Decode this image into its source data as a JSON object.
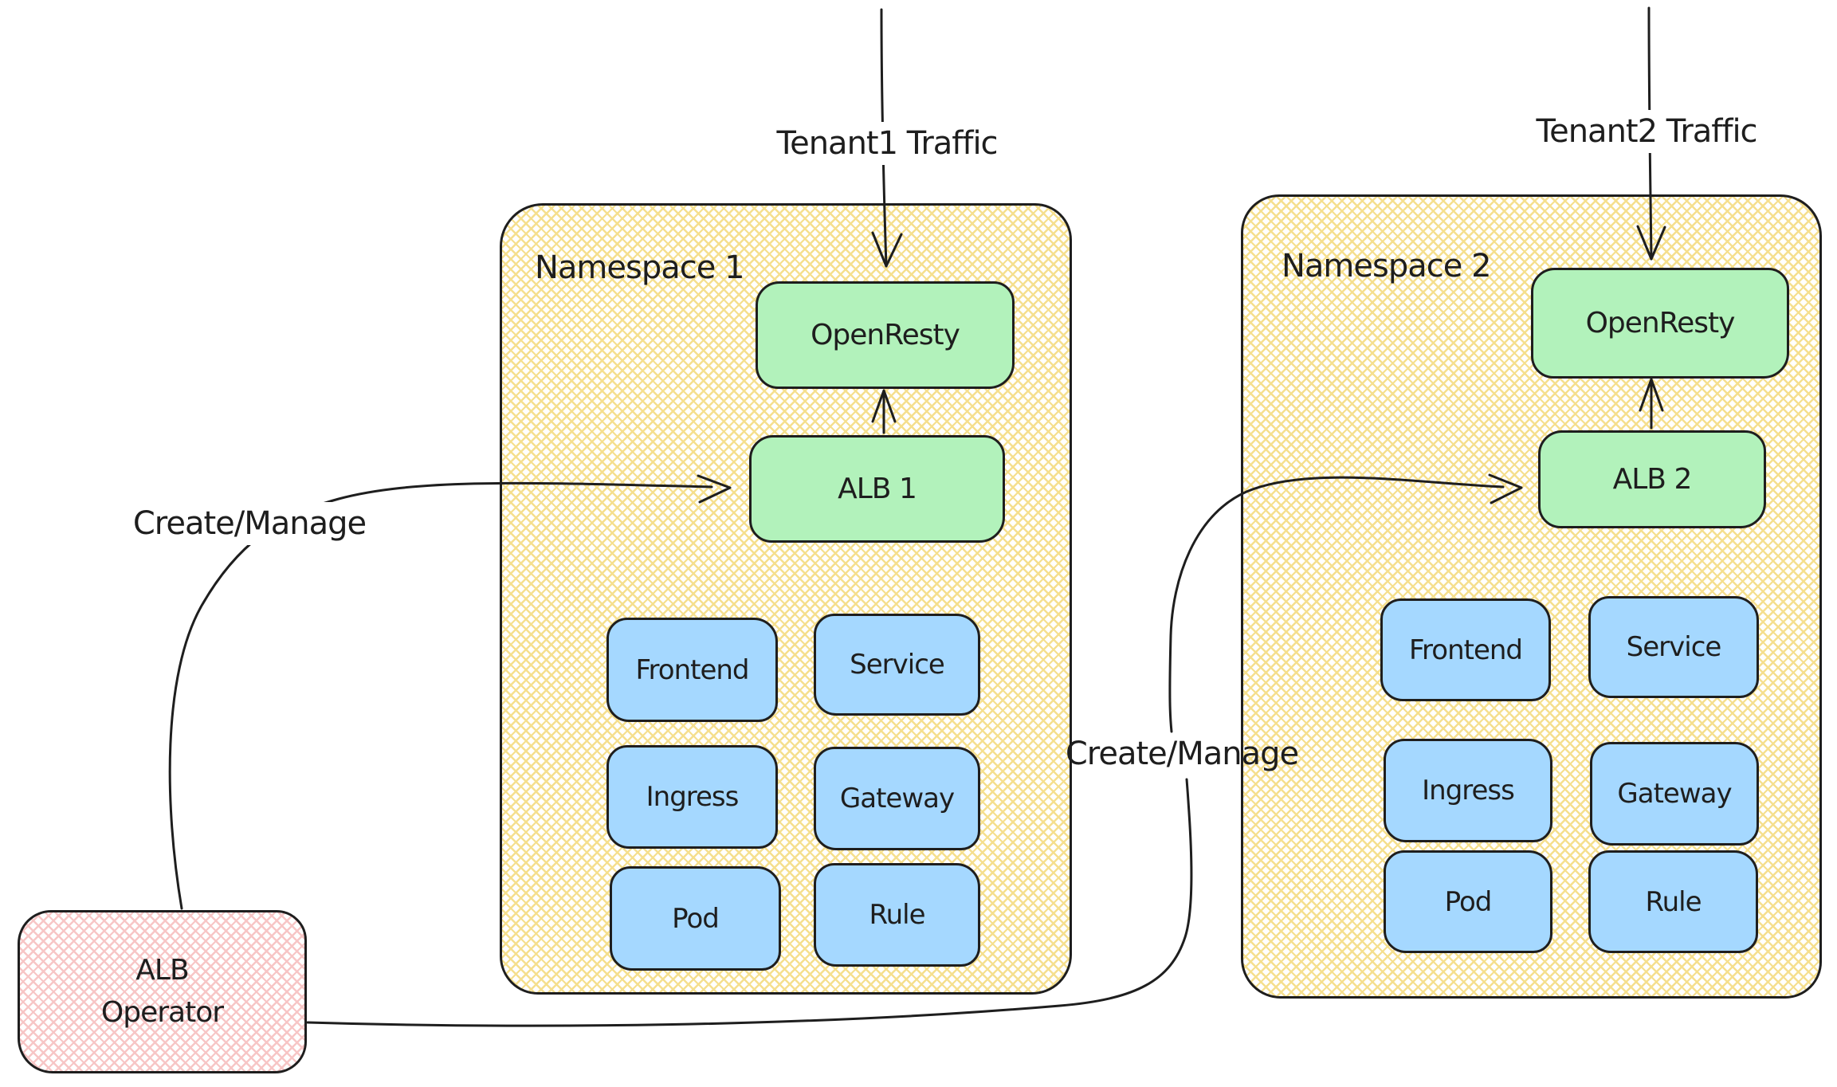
{
  "diagram": {
    "type": "architecture-diagram",
    "namespaces": [
      {
        "title": "Namespace 1",
        "openresty": "OpenResty",
        "alb": "ALB 1",
        "resources": [
          "Frontend",
          "Service",
          "Ingress",
          "Gateway",
          "Pod",
          "Rule"
        ]
      },
      {
        "title": "Namespace 2",
        "openresty": "OpenResty",
        "alb": "ALB 2",
        "resources": [
          "Frontend",
          "Service",
          "Ingress",
          "Gateway",
          "Pod",
          "Rule"
        ]
      }
    ],
    "operator": {
      "line1": "ALB",
      "line2": "Operator"
    },
    "edge_labels": {
      "tenant1": "Tenant1 Traffic",
      "tenant2": "Tenant2 Traffic",
      "create_manage_left": "Create/Manage",
      "create_manage_right": "Create/Manage"
    },
    "colors": {
      "stroke": "#1e1e1e",
      "namespace_hatch": "#f5df8e",
      "green_node": "#b2f2bb",
      "blue_node": "#a5d8ff",
      "operator_hatch": "#f7c6c6",
      "canvas": "#ffffff"
    }
  }
}
